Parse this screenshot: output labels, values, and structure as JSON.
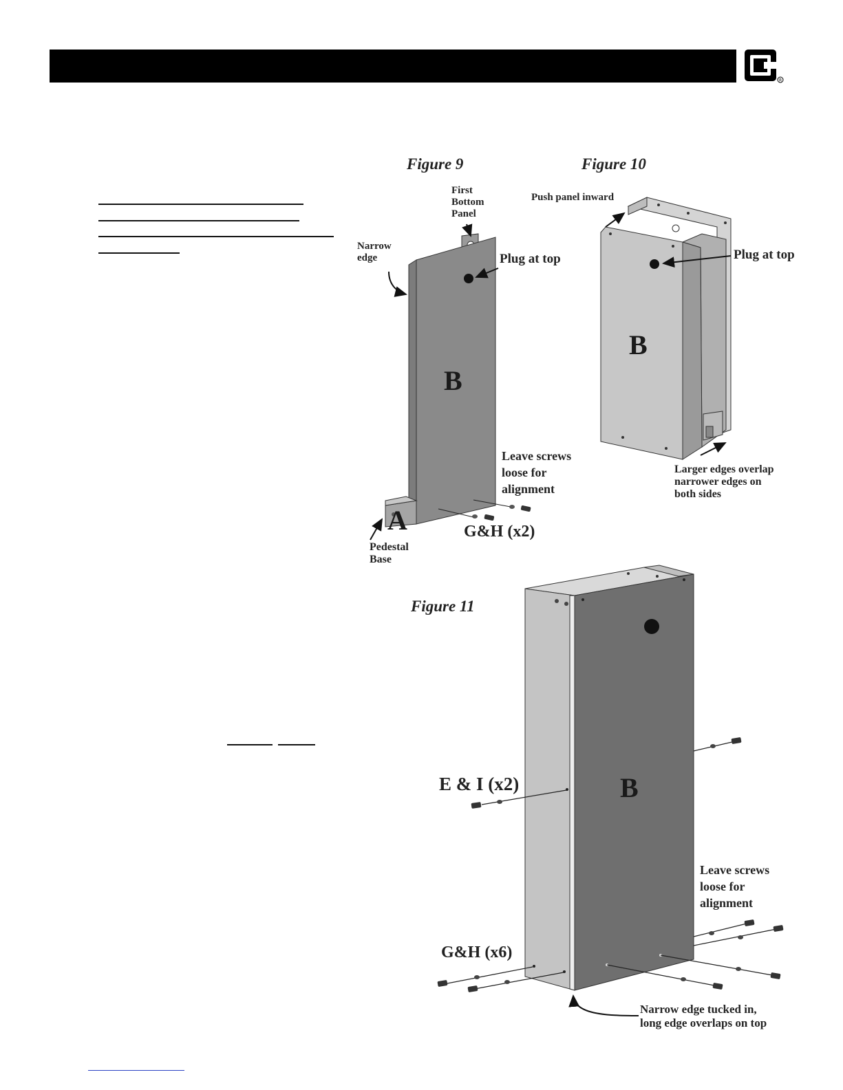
{
  "figures": {
    "fig9": {
      "title": "Figure 9",
      "labels": {
        "first_bottom_panel": "First\nBottom\nPanel",
        "narrow_edge": "Narrow\nedge",
        "plug_at_top": "Plug at top",
        "panel_letter": "B",
        "leave_screws": "Leave screws\nloose for\nalignment",
        "base_letter": "A",
        "screws": "G&H (x2)",
        "pedestal_base": "Pedestal\nBase"
      }
    },
    "fig10": {
      "title": "Figure 10",
      "labels": {
        "push_panel": "Push panel inward",
        "plug_at_top": "Plug at top",
        "panel_letter": "B",
        "larger_edges": "Larger edges overlap\nnarrower edges on\nboth sides"
      }
    },
    "fig11": {
      "title": "Figure 11",
      "labels": {
        "ei_screws": "E & I (x2)",
        "panel_letter": "B",
        "leave_screws": "Leave screws\nloose for\nalignment",
        "gh_screws": "G&H (x6)",
        "narrow_edge": "Narrow edge tucked in,\nlong edge overlaps on top"
      }
    }
  },
  "colors": {
    "header_bar": "#000000",
    "panel_dark": "#6f6f6f",
    "panel_mid": "#8a8a8a",
    "panel_light": "#c4c4c4",
    "link_underline": "#2a42c4"
  },
  "icons": [
    "company-logo-icon"
  ]
}
